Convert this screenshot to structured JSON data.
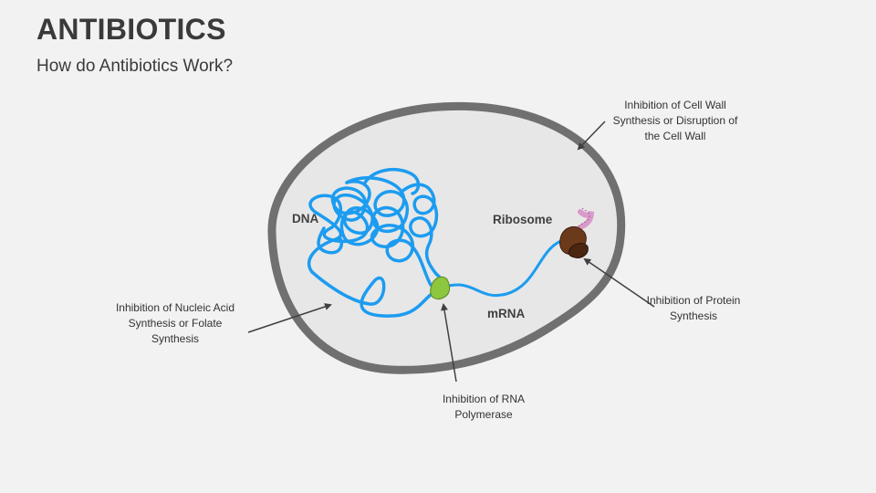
{
  "header": {
    "title": "ANTIBIOTICS",
    "subtitle": "How do Antibiotics Work?"
  },
  "labels": {
    "dna": "DNA",
    "ribosome": "Ribosome",
    "mrna": "mRNA"
  },
  "annotations": {
    "cell_wall": "Inhibition of Cell Wall Synthesis or Disruption of the Cell Wall",
    "nucleic_acid": "Inhibition of Nucleic Acid Synthesis or Folate Synthesis",
    "rna_polymerase": "Inhibition of RNA Polymerase",
    "protein_synthesis": "Inhibition of Protein Synthesis"
  },
  "colors": {
    "background": "#f2f2f2",
    "cell_wall": "#707070",
    "cytoplasm": "#e7e7e7",
    "dna": "#1c9cf0",
    "polymerase": "#8dc63f",
    "ribosome": "#6b3a1a",
    "peptide": "#d99ac9",
    "arrow": "#404040"
  }
}
